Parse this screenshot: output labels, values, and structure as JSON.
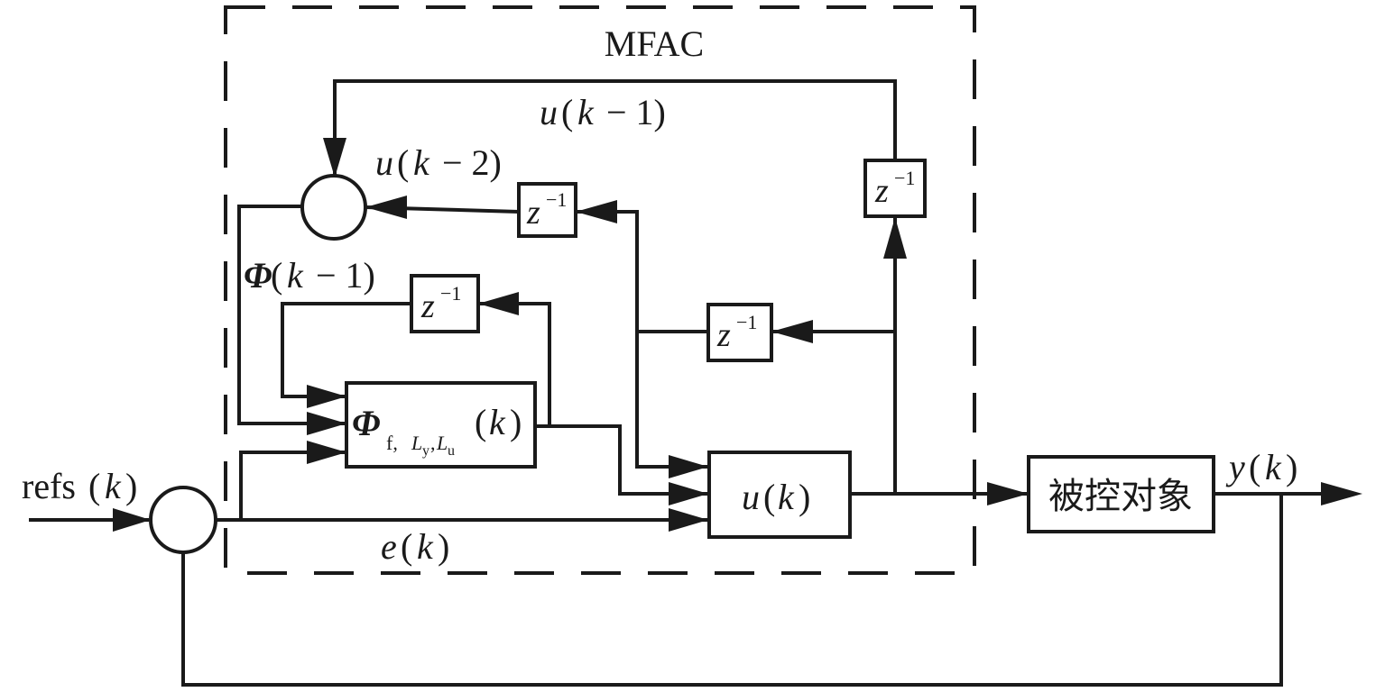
{
  "controller_region": {
    "label": "MFAC"
  },
  "blocks": {
    "delay_top": {
      "base": "z",
      "exp": "−1"
    },
    "delay_u": {
      "base": "z",
      "exp": "−1"
    },
    "delay_phi": {
      "base": "z",
      "exp": "−1"
    },
    "delay_mid": {
      "base": "z",
      "exp": "−1"
    },
    "estimator": {
      "symbol": "Φ",
      "subscript_f": "f, ",
      "sub_L1": "L",
      "sub_y": "y",
      "sub_comma": ",",
      "sub_L2": "L",
      "sub_u": "u",
      "arg_open": "(",
      "arg_var": "k",
      "arg_close": ")"
    },
    "control_law": {
      "fn": "u",
      "open": "(",
      "var": "k",
      "close": ")"
    },
    "plant": {
      "label": "被控对象"
    }
  },
  "signals": {
    "u_k_minus_1": {
      "fn": "u",
      "open": "(",
      "var": "k",
      "rest": " − 1)"
    },
    "u_k_minus_2": {
      "fn": "u",
      "open": "(",
      "var": "k",
      "rest": " − 2)"
    },
    "phi_k_minus_1": {
      "fn": "Φ",
      "open": "(",
      "var": "k",
      "rest": " − 1)"
    },
    "error": {
      "fn": "e",
      "open": "(",
      "var": "k",
      "close": ")"
    },
    "reference": {
      "fn": "refs",
      "open": "(",
      "var": "k",
      "close": ")"
    },
    "output": {
      "fn": "y",
      "open": "(",
      "var": "k",
      "close": ")"
    }
  }
}
